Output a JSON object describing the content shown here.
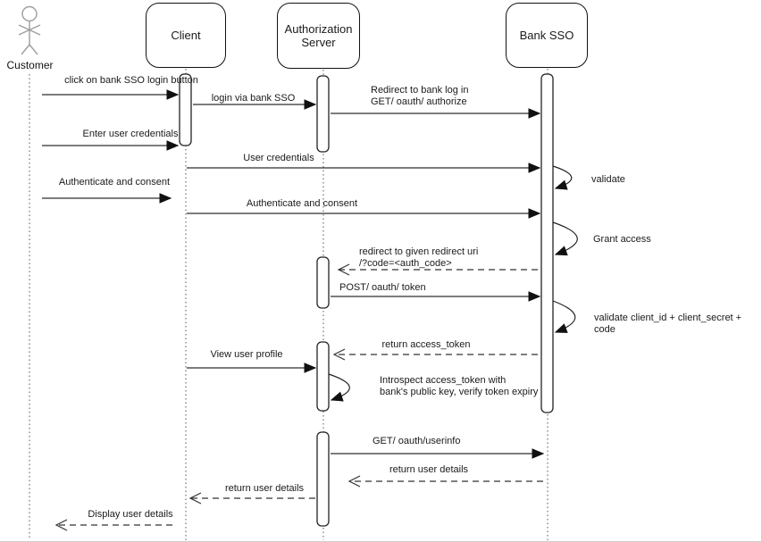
{
  "diagram": {
    "type": "uml-sequence-diagram",
    "colors": {
      "line": "#2e2e2e",
      "box_border": "#111111",
      "text": "#1a1a1a",
      "actor_figure": "#9e9e9e",
      "background": "#ffffff"
    },
    "actors": [
      {
        "id": "customer",
        "label": "Customer",
        "kind": "actor"
      },
      {
        "id": "client",
        "label": "Client",
        "kind": "participant"
      },
      {
        "id": "auth_server",
        "label": "Authorization\nServer",
        "kind": "participant"
      },
      {
        "id": "bank_sso",
        "label": "Bank SSO",
        "kind": "participant"
      }
    ],
    "messages": [
      {
        "from": "customer",
        "to": "client",
        "label": "click on bank SSO login button",
        "style": "solid"
      },
      {
        "from": "client",
        "to": "auth_server",
        "label": "login via bank SSO",
        "style": "solid"
      },
      {
        "from": "auth_server",
        "to": "bank_sso",
        "label": "Redirect to bank log in\nGET/ oauth/ authorize",
        "style": "solid"
      },
      {
        "from": "customer",
        "to": "client",
        "label": "Enter user credentials",
        "style": "solid"
      },
      {
        "from": "client",
        "to": "bank_sso",
        "label": "User credentials",
        "style": "solid"
      },
      {
        "from": "bank_sso",
        "to": "bank_sso",
        "label": "validate",
        "style": "self"
      },
      {
        "from": "customer",
        "to": "client",
        "label": "Authenticate and consent",
        "style": "solid"
      },
      {
        "from": "client",
        "to": "bank_sso",
        "label": "Authenticate and consent",
        "style": "solid"
      },
      {
        "from": "bank_sso",
        "to": "bank_sso",
        "label": "Grant access",
        "style": "self"
      },
      {
        "from": "bank_sso",
        "to": "auth_server",
        "label": "redirect to given redirect uri\n/?code=<auth_code>",
        "style": "dashed"
      },
      {
        "from": "auth_server",
        "to": "bank_sso",
        "label": "POST/ oauth/ token",
        "style": "solid"
      },
      {
        "from": "bank_sso",
        "to": "bank_sso",
        "label": "validate client_id + client_secret + code",
        "style": "self"
      },
      {
        "from": "bank_sso",
        "to": "auth_server",
        "label": "return access_token",
        "style": "dashed"
      },
      {
        "from": "client",
        "to": "auth_server",
        "label": "View user profile",
        "style": "solid"
      },
      {
        "from": "auth_server",
        "to": "auth_server",
        "label": "Introspect access_token with\nbank's public key, verify token expiry",
        "style": "self"
      },
      {
        "from": "auth_server",
        "to": "bank_sso",
        "label": "GET/ oauth/userinfo",
        "style": "solid"
      },
      {
        "from": "bank_sso",
        "to": "auth_server",
        "label": "return user details",
        "style": "dashed"
      },
      {
        "from": "auth_server",
        "to": "client",
        "label": "return user details",
        "style": "dashed"
      },
      {
        "from": "client",
        "to": "customer",
        "label": "Display user details",
        "style": "dashed"
      }
    ]
  }
}
